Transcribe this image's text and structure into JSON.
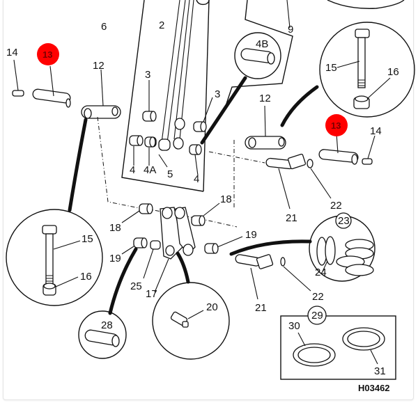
{
  "diagram": {
    "figure_code": "H03462",
    "highlight_color": "#ff0000",
    "callouts": {
      "c6": "6",
      "c2": "2",
      "c9": "9",
      "c14a": "14",
      "c13a": "13",
      "c12a": "12",
      "c3a": "3",
      "c3b": "3",
      "c4B": "4B",
      "c15a": "15",
      "c16a": "16",
      "c12b": "12",
      "c13b": "13",
      "c14b": "14",
      "c4a": "4",
      "c4A": "4A",
      "c5": "5",
      "c4b": "4",
      "c21a": "21",
      "c22a": "22",
      "c18a": "18",
      "c18b": "18",
      "c15b": "15",
      "c16b": "16",
      "c19a": "19",
      "c19b": "19",
      "c25": "25",
      "c17": "17",
      "c23": "23",
      "c24": "24",
      "c21b": "21",
      "c22b": "22",
      "c20": "20",
      "c28": "28",
      "c29": "29",
      "c30": "30",
      "c31": "31"
    },
    "highlighted_parts": [
      "13"
    ]
  }
}
